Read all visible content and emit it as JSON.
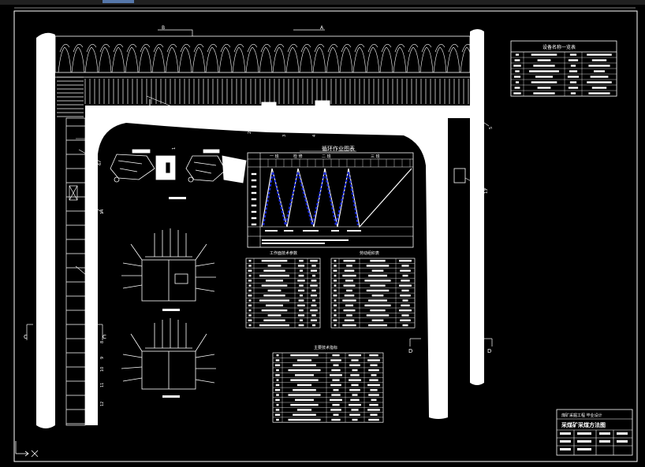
{
  "drawing": {
    "title": "采煤矿采煤方法图",
    "school_line": "煤矿采掘工程 毕业设计"
  },
  "panels": {
    "equipment_table_title": "设备名称一览表",
    "cycle_chart_title": "循环作业图表",
    "table_a_title": "工作面技术参数",
    "table_b_title": "劳动组织表",
    "table_c_title": "主要技术指标"
  },
  "cycle_chart": {
    "shift_labels": [
      "一 班",
      "检 修",
      "二 班",
      "三 班"
    ]
  },
  "section_marks": {
    "a_top": "A",
    "b_top": "B",
    "c_left": "C",
    "c_right": "C",
    "d_left": "D",
    "d_right": "D"
  },
  "callouts": [
    "1",
    "2",
    "3",
    "4",
    "5",
    "6",
    "7",
    "8",
    "9",
    "10",
    "11",
    "12",
    "13",
    "14"
  ],
  "colors": {
    "background": "#000000",
    "line": "#ffffff",
    "plot_series": "#1a2bd6"
  }
}
